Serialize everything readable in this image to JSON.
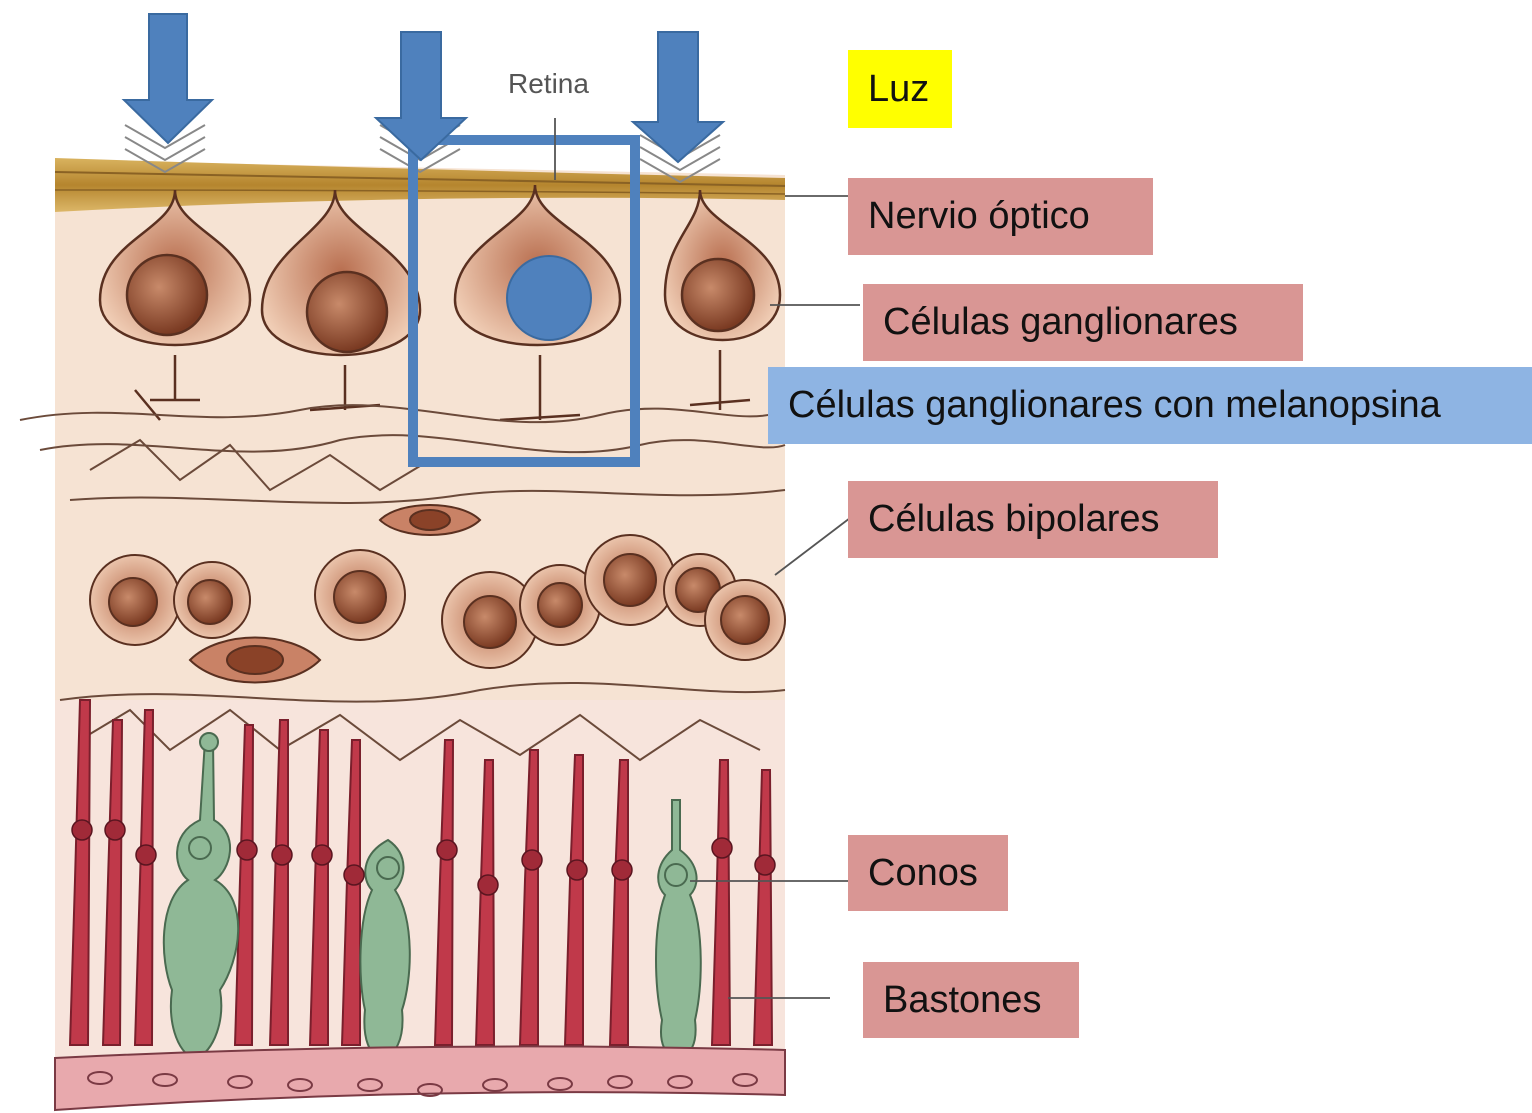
{
  "labels": {
    "luz": "Luz",
    "retina": "Retina",
    "nervio_optico": "Nervio óptico",
    "celulas_ganglionares": "Células ganglionares",
    "celulas_ganglionares_melanopsina": "Células ganglionares con melanopsina",
    "celulas_bipolares": "Células bipolares",
    "conos": "Conos",
    "bastones": "Bastones"
  },
  "colors": {
    "label_pink": "#d99694",
    "label_yellow": "#ffff00",
    "label_blue": "#8eb4e3",
    "arrow_blue": "#4f81bd",
    "highlight_box": "#4f81bd",
    "nerve_fiber": "#c9a24a",
    "cell_brown": "#a0583a",
    "rod_red": "#c0394a",
    "cone_green": "#8fb896"
  }
}
